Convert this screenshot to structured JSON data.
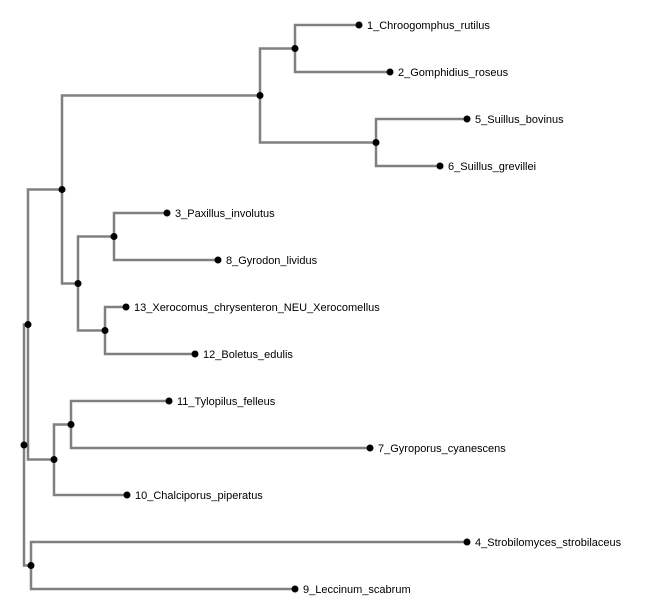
{
  "tree": {
    "taxa": [
      {
        "id": "1",
        "label": "1_Chroogomphus_rutilus"
      },
      {
        "id": "2",
        "label": "2_Gomphidius_roseus"
      },
      {
        "id": "5",
        "label": "5_Suillus_bovinus"
      },
      {
        "id": "6",
        "label": "6_Suillus_grevillei"
      },
      {
        "id": "3",
        "label": "3_Paxillus_involutus"
      },
      {
        "id": "8",
        "label": "8_Gyrodon_lividus"
      },
      {
        "id": "13",
        "label": "13_Xerocomus_chrysenteron_NEU_Xerocomellus"
      },
      {
        "id": "12",
        "label": "12_Boletus_edulis"
      },
      {
        "id": "11",
        "label": "11_Tylopilus_felleus"
      },
      {
        "id": "7",
        "label": "7_Gyroporus_cyanescens"
      },
      {
        "id": "10",
        "label": "10_Chalciporus_piperatus"
      },
      {
        "id": "4",
        "label": "4_Strobilomyces_strobilaceus"
      },
      {
        "id": "9",
        "label": "9_Leccinum_scabrum"
      }
    ],
    "newick": "(((((1_Chroogomphus_rutilus,2_Gomphidius_roseus),(5_Suillus_bovinus,6_Suillus_grevillei)),((3_Paxillus_involutus,8_Gyrodon_lividus),(13_Xerocomus_chrysenteron_NEU_Xerocomellus,12_Boletus_edulis))),((11_Tylopilus_felleus,7_Gyroporus_cyanescens),10_Chalciporus_piperatus)),(4_Strobilomyces_strobilaceus,9_Leccinum_scabrum))",
    "colors": {
      "branch": "#808080",
      "node": "#000000",
      "label": "#000000",
      "background": "#ffffff"
    }
  }
}
